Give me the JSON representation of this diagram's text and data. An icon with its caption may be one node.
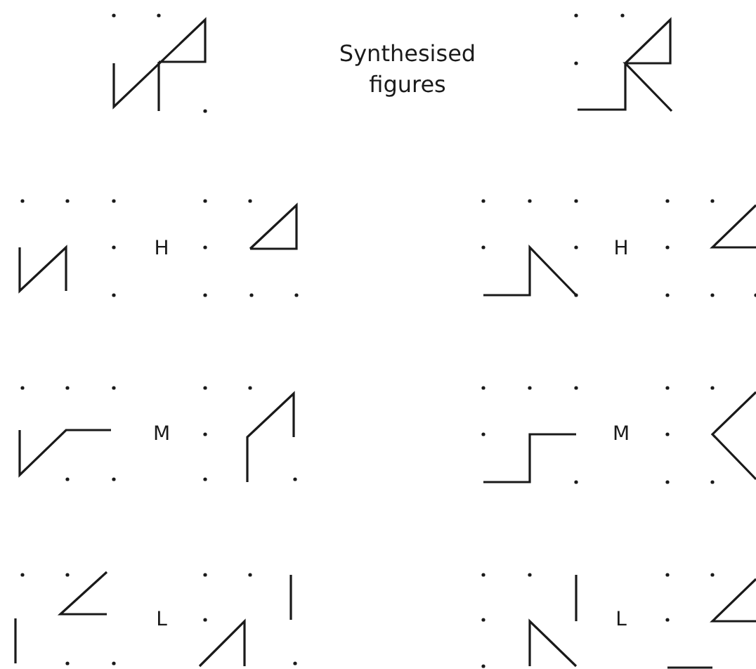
{
  "diagram": {
    "labels": [
      "Synthesised figures",
      "H",
      "H",
      "M",
      "M",
      "L",
      "L"
    ]
  }
}
